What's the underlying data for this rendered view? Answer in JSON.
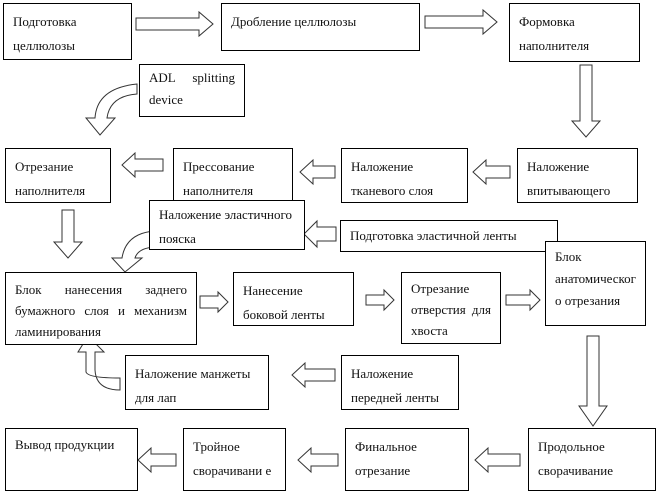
{
  "steps": {
    "cellulose_prep": "Подготовка целлюлозы",
    "cellulose_crush": "Дробление целлюлозы",
    "filler_forming": "Формовка наполнителя",
    "adl": "ADL splitting device",
    "absorbent": "Наложение впитывающего",
    "fabric": "Наложение тканевого слоя",
    "pressing": "Прессование наполнителя",
    "filler_cut": "Отрезание наполнителя",
    "elastic_belt": "Наложение эластичного пояска",
    "elastic_tape_prep": "Подготовка эластичной ленты",
    "back_layer": "Блок нанесения заднего бумажного слоя и механизм ламинирования",
    "side_tape": "Нанесение боковой ленты",
    "tail_hole": "Отрезание отверстия для хвоста",
    "anatomic_cut": "Блок анатомическог о отрезания",
    "front_tape": "Наложение передней ленты",
    "paw_cuff": "Наложение манжеты для лап",
    "longitudinal_fold": "Продольное сворачивание",
    "final_cut": "Финальное отрезание",
    "triple_fold": "Тройное сворачивани е",
    "output": "Вывод продукции"
  }
}
